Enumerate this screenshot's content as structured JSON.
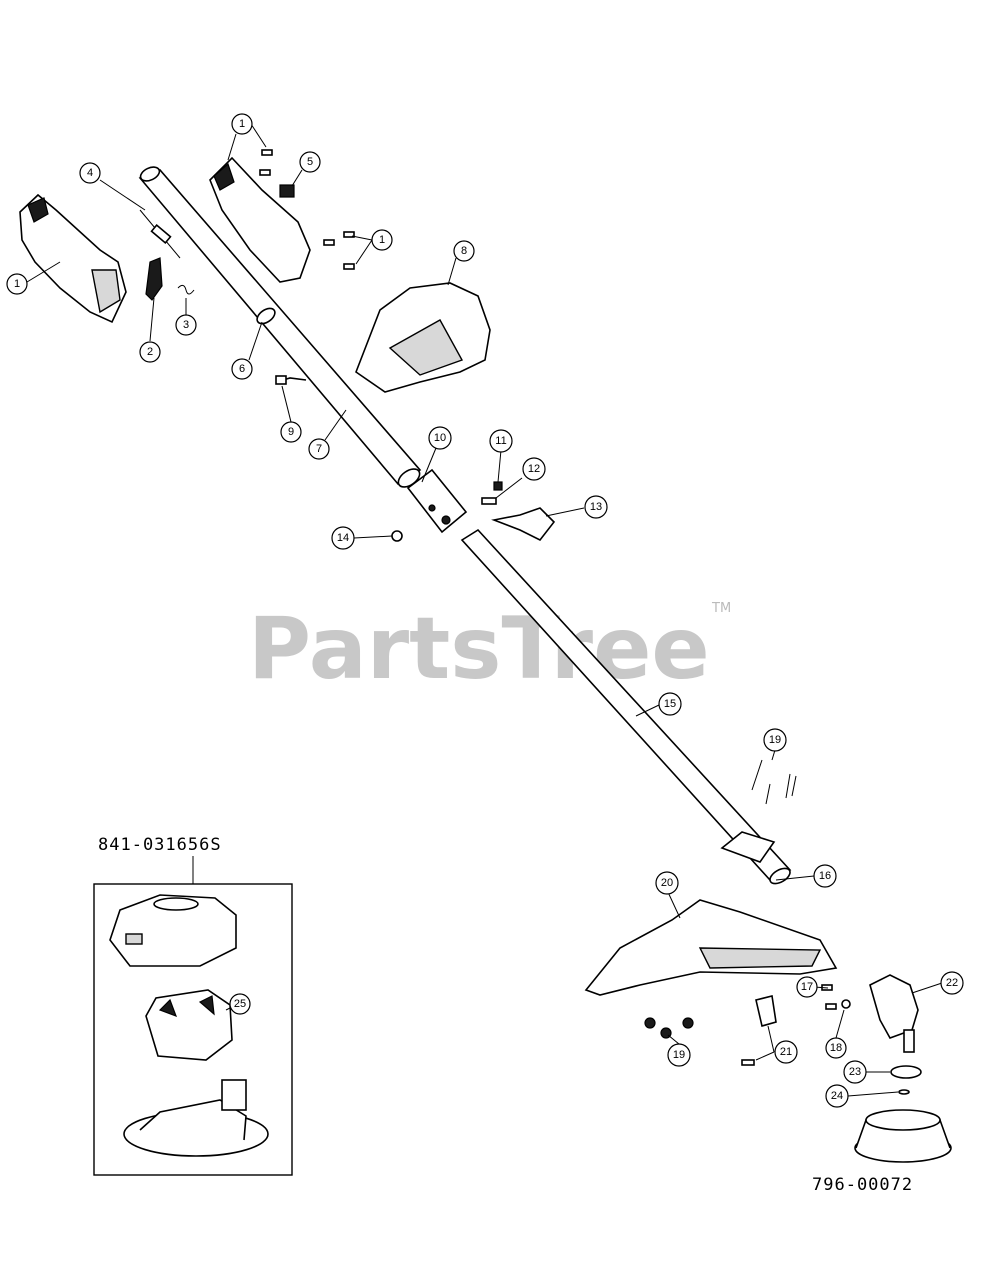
{
  "watermark": {
    "brand": "PartsTree",
    "trademark": "TM"
  },
  "kit_part_number": "841-031656S",
  "assembly_part_number": "796-00072",
  "callouts": {
    "c1a": "1",
    "c1b": "1",
    "c1c": "1",
    "c2": "2",
    "c3": "3",
    "c4": "4",
    "c5": "5",
    "c6": "6",
    "c7": "7",
    "c8": "8",
    "c9": "9",
    "c10": "10",
    "c11": "11",
    "c12": "12",
    "c13": "13",
    "c14": "14",
    "c15": "15",
    "c16": "16",
    "c17": "17",
    "c18": "18",
    "c19a": "19",
    "c19b": "19",
    "c20": "20",
    "c21": "21",
    "c22": "22",
    "c23": "23",
    "c24": "24",
    "c25": "25"
  }
}
